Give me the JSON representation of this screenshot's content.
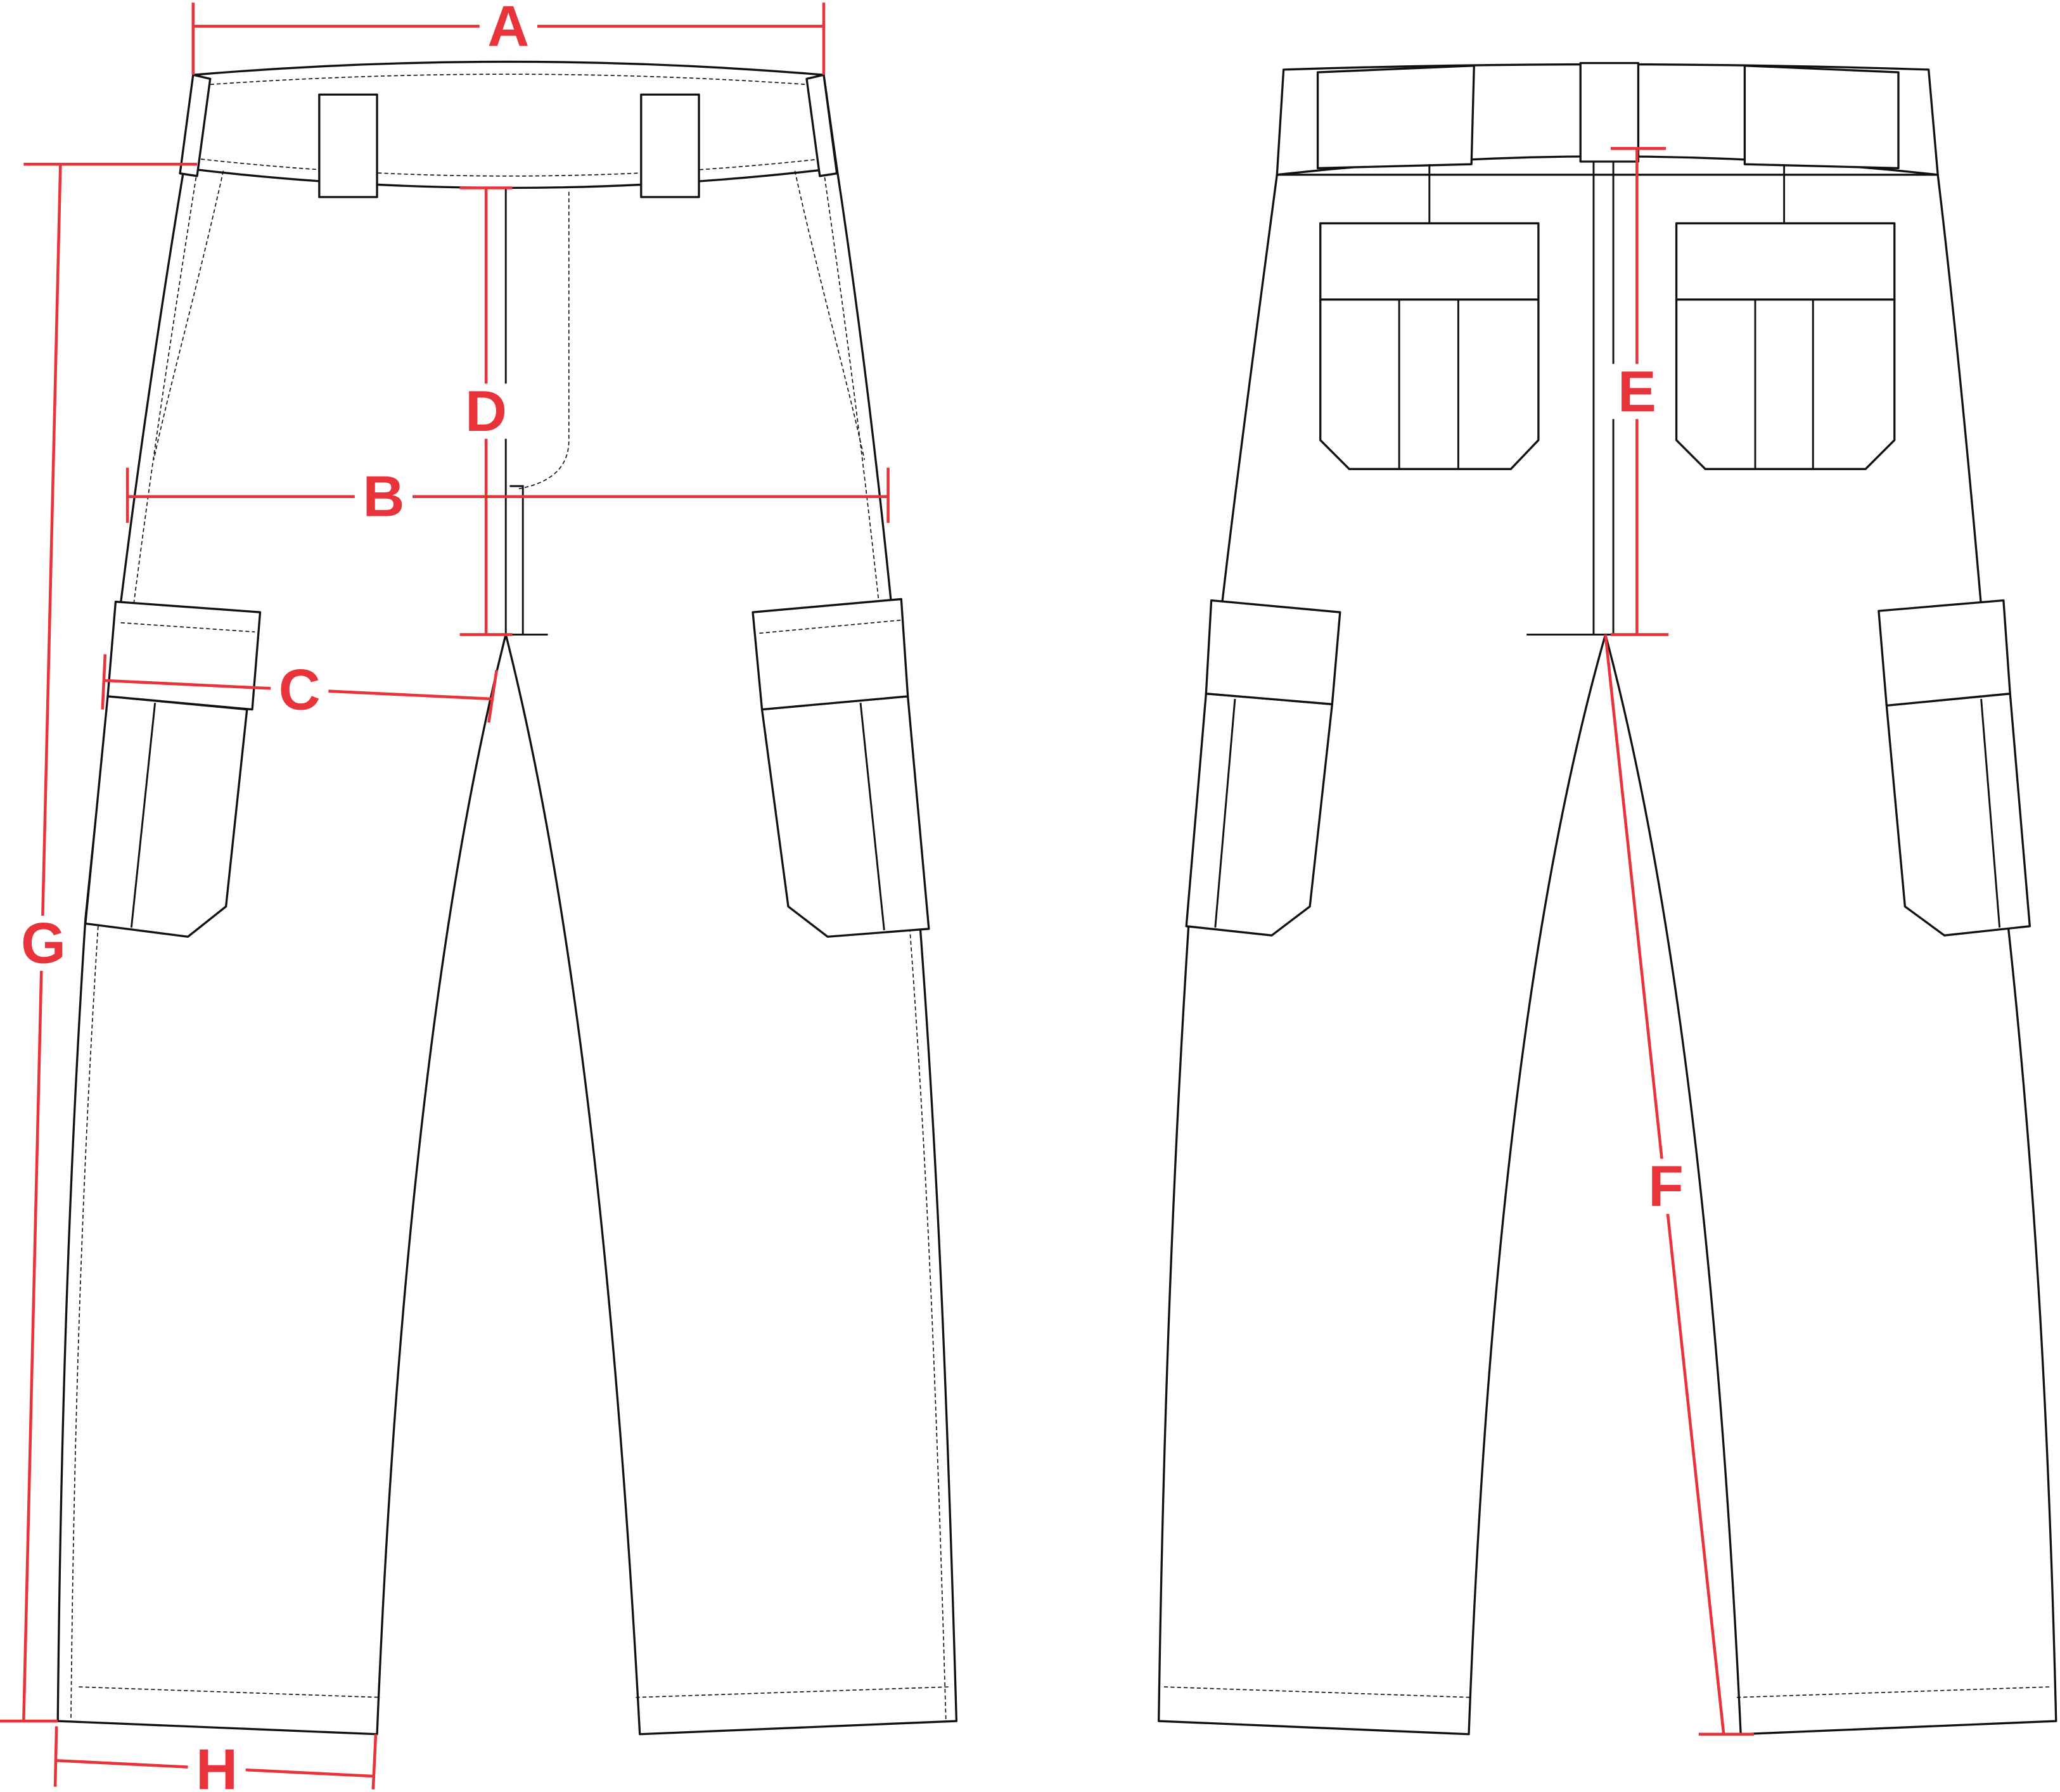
{
  "diagram": {
    "views": [
      "front",
      "back"
    ],
    "measurements": {
      "A": "A",
      "B": "B",
      "C": "C",
      "D": "D",
      "E": "E",
      "F": "F",
      "G": "G",
      "H": "H"
    }
  },
  "colors": {
    "measure": "#e8333a",
    "outline": "#111111",
    "background": "#ffffff"
  }
}
